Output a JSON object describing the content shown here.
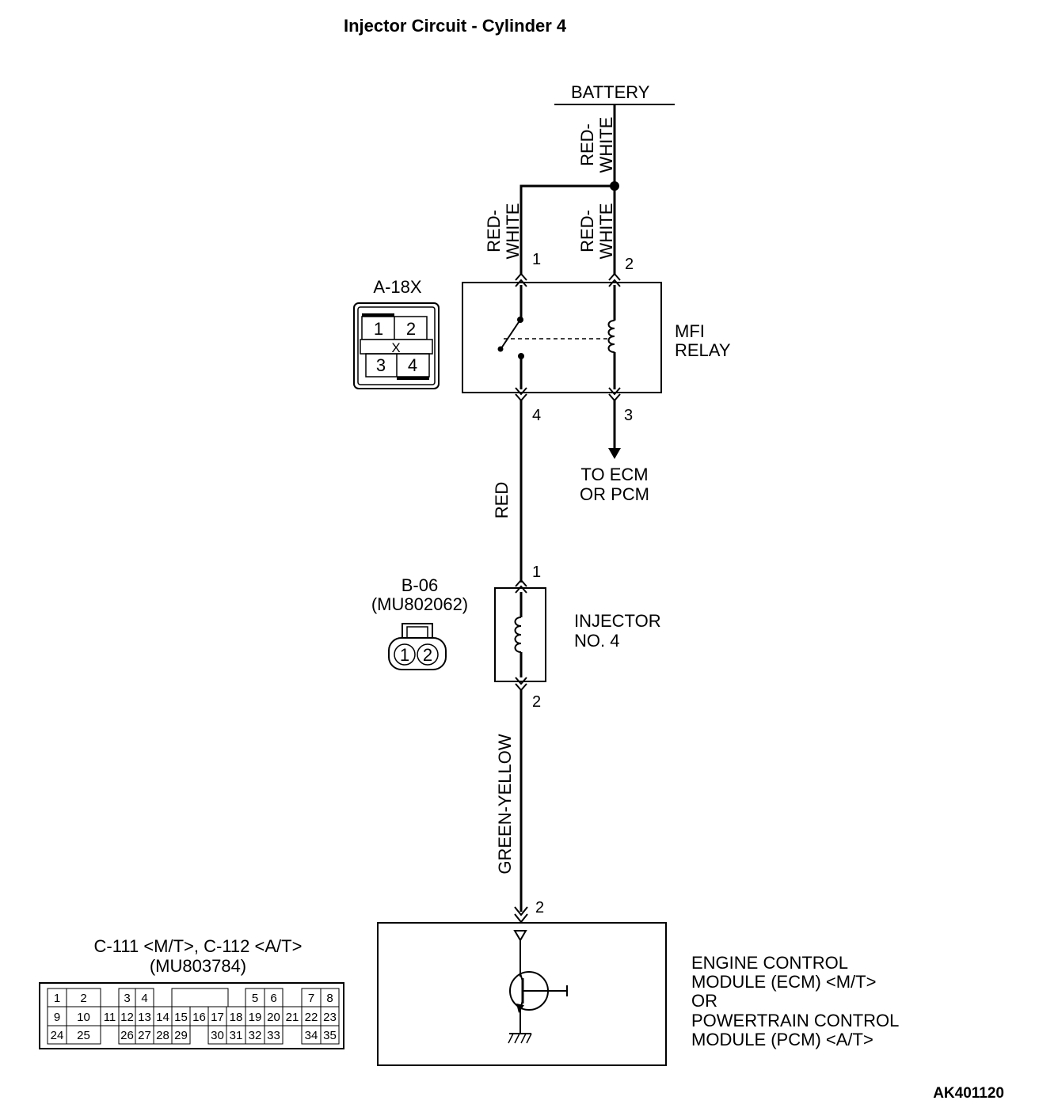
{
  "title": "Injector Circuit - Cylinder 4",
  "battery_label": "BATTERY",
  "wire_colors": {
    "battery_feed": [
      "RED-",
      "WHITE"
    ],
    "relay_pin1": [
      "RED-",
      "WHITE"
    ],
    "relay_pin2": [
      "RED-",
      "WHITE"
    ],
    "relay_to_injector": "RED",
    "injector_to_ecm": "GREEN-YELLOW"
  },
  "relay": {
    "connector_id": "A-18X",
    "name_line1": "MFI",
    "name_line2": "RELAY",
    "pins": {
      "top_left": "1",
      "top_right": "2",
      "bottom_left": "4",
      "bottom_right": "3"
    },
    "connector_cells": [
      "1",
      "2",
      "X",
      "3",
      "4"
    ]
  },
  "to_ecm": {
    "line1": "TO ECM",
    "line2": "OR PCM"
  },
  "injector": {
    "connector_id": "B-06",
    "part_no": "(MU802062)",
    "name_line1": "INJECTOR",
    "name_line2": "NO. 4",
    "pins": {
      "top": "1",
      "bottom": "2"
    },
    "connector_cells": [
      "1",
      "2"
    ]
  },
  "ecm": {
    "connector_id": "C-111 <M/T>, C-112 <A/T>",
    "part_no": "(MU803784)",
    "pin": "2",
    "name_lines": [
      "ENGINE CONTROL",
      "MODULE (ECM) <M/T>",
      "OR",
      "POWERTRAIN CONTROL",
      "MODULE (PCM) <A/T>"
    ],
    "connector_rows": [
      [
        "1",
        "2",
        "",
        "3",
        "4",
        "",
        "",
        "",
        "",
        "",
        "5",
        "6",
        "",
        "7",
        "8"
      ],
      [
        "9",
        "10",
        "11",
        "12",
        "13",
        "14",
        "15",
        "16",
        "17",
        "18",
        "19",
        "20",
        "21",
        "22",
        "23"
      ],
      [
        "24",
        "25",
        "",
        "26",
        "27",
        "28",
        "29",
        "",
        "30",
        "31",
        "32",
        "33",
        "",
        "34",
        "35"
      ]
    ]
  },
  "figure_code": "AK401120"
}
